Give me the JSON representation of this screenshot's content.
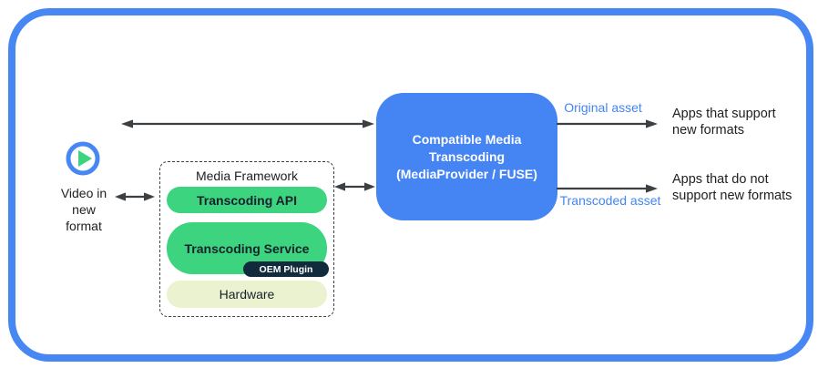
{
  "colors": {
    "accent_blue": "#4584F3",
    "border_blue": "#4787F3",
    "link_blue": "#4285F4",
    "green": "#3CD47F",
    "dark_navy": "#112B3D",
    "pale_yellow_green": "#EAF2D0",
    "arrow_gray": "#3C4043",
    "text_dark": "#202124"
  },
  "video_source": {
    "icon": "play-icon",
    "label": "Video in\nnew\nformat"
  },
  "media_framework": {
    "title": "Media Framework",
    "layers": [
      {
        "label": "Transcoding API"
      },
      {
        "label": "Transcoding Service",
        "badge": "OEM Plugin"
      },
      {
        "label": "Hardware"
      }
    ]
  },
  "transcoder": {
    "label": "Compatible Media\nTranscoding\n(MediaProvider / FUSE)"
  },
  "outputs": [
    {
      "flow": "Original asset",
      "target": "Apps that support\nnew formats"
    },
    {
      "flow": "Transcoded asset",
      "target": "Apps that do not\nsupport new formats"
    }
  ]
}
